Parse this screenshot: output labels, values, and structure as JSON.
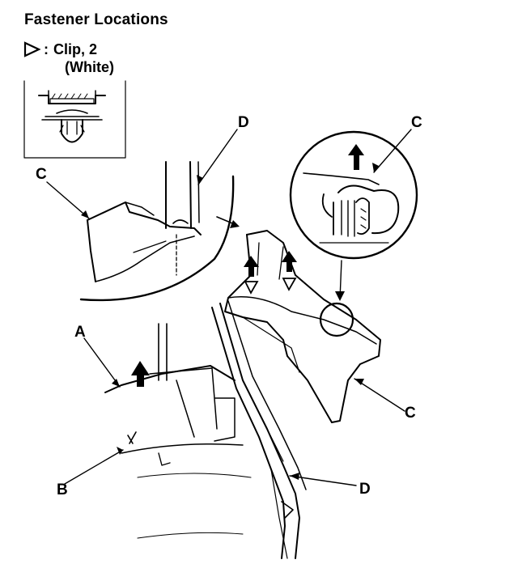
{
  "title": "Fastener Locations",
  "legend": {
    "separator": ":",
    "line1": "Clip, 2",
    "line2": "(White)",
    "symbol_icon": "triangle-outline-icon"
  },
  "callouts": {
    "a": "A",
    "b": "B",
    "c_top_right": "C",
    "c_left": "C",
    "c_right": "C",
    "d_top": "D",
    "d_bottom": "D"
  }
}
